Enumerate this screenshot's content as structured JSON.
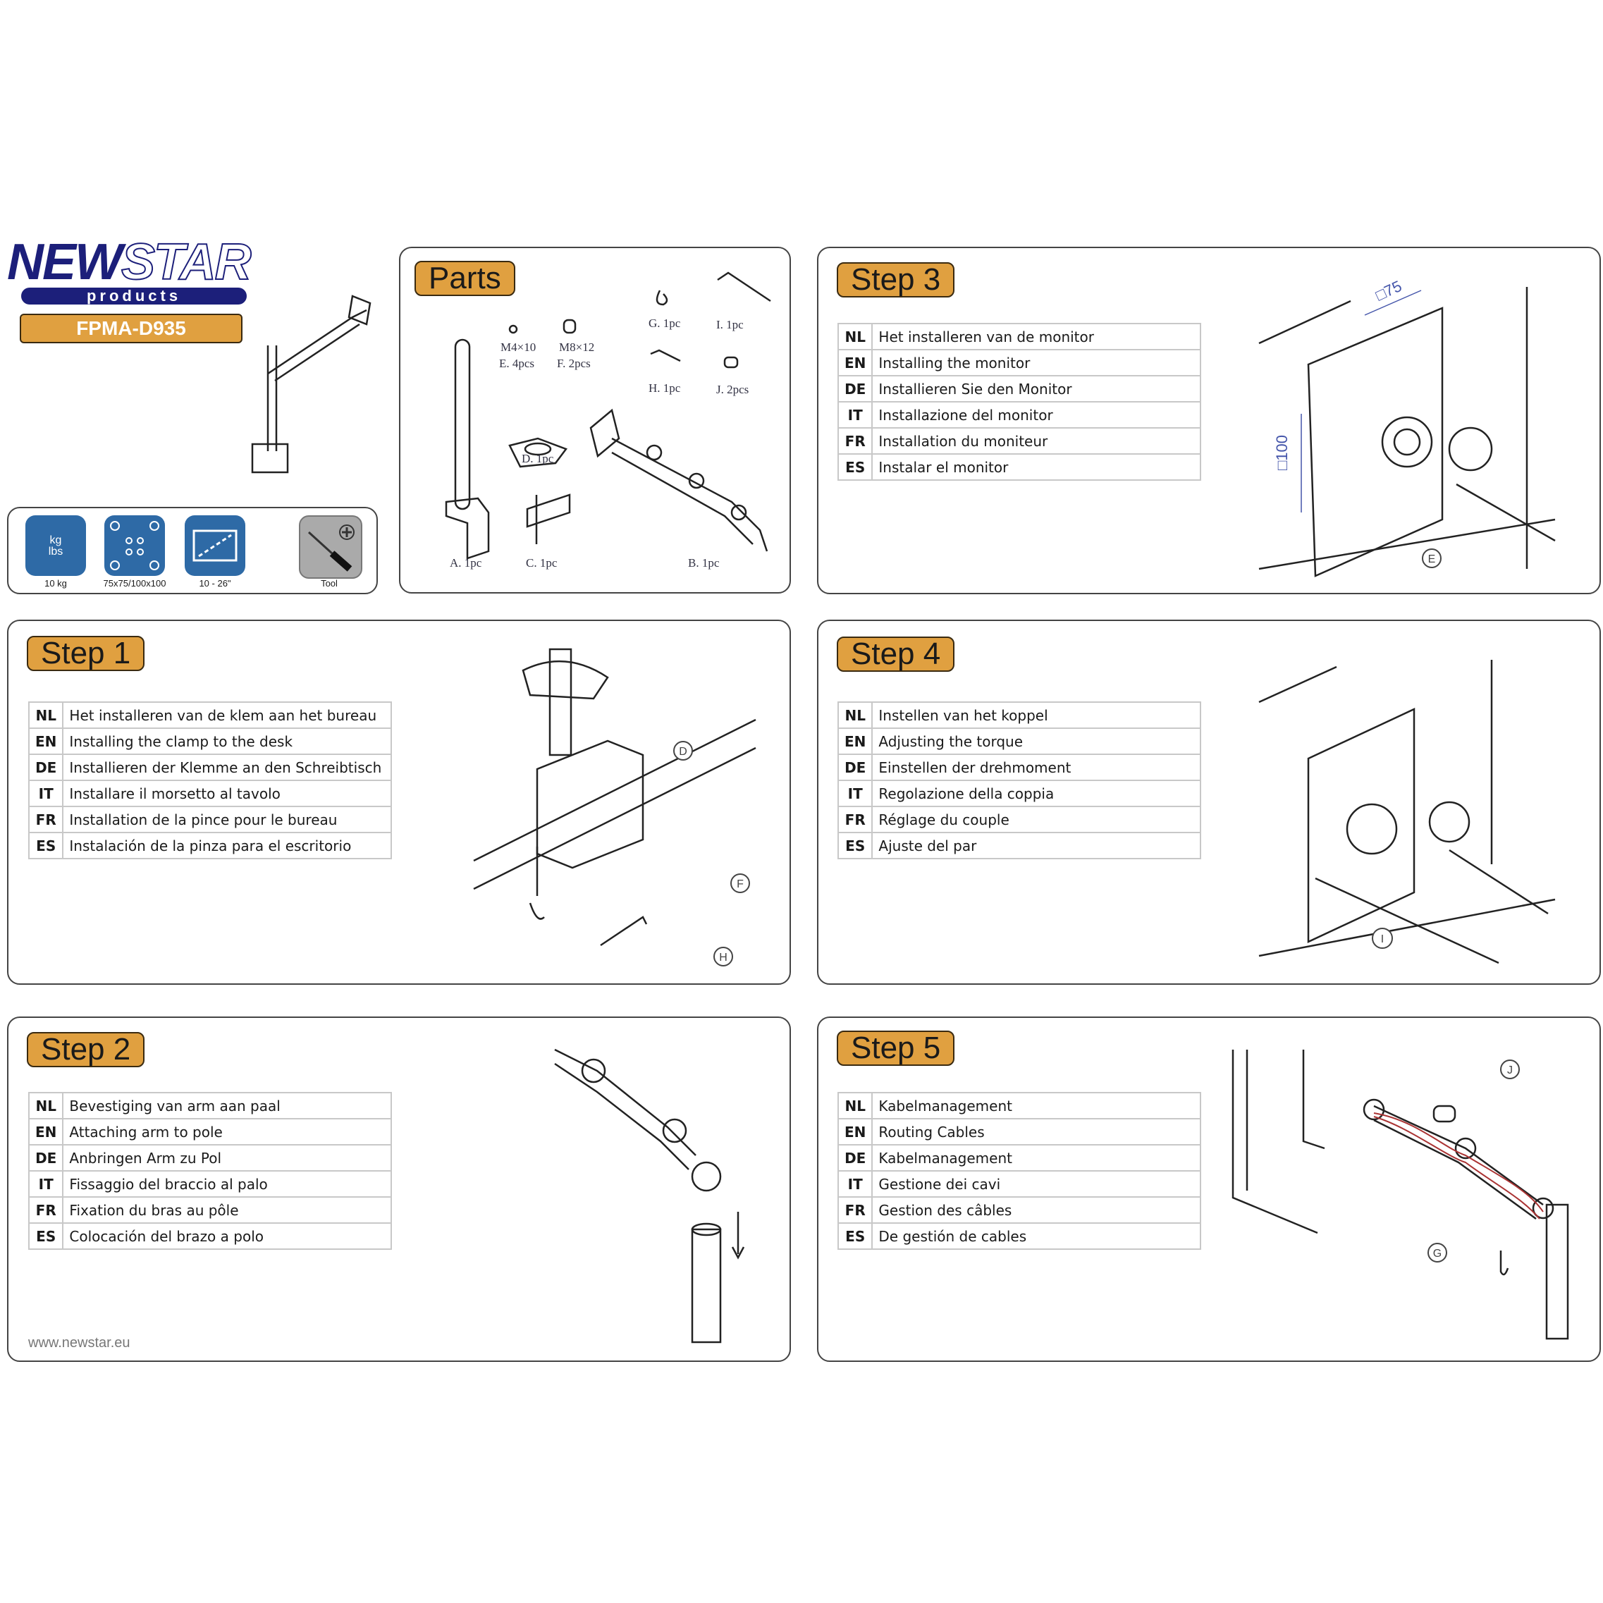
{
  "brand": {
    "name_part1": "NEW",
    "name_part2": "STAR",
    "sub": "products",
    "model": "FPMA-D935"
  },
  "specs": [
    {
      "icon": "weight-icon",
      "label": "10 kg",
      "icon_text": "kg lbs"
    },
    {
      "icon": "vesa-icon",
      "label": "75x75/100x100"
    },
    {
      "icon": "screen-size-icon",
      "label": "10 - 26\""
    },
    {
      "icon": "screwdriver-icon",
      "label": "Tool"
    }
  ],
  "parts": {
    "title": "Parts",
    "items": [
      "A. 1pc",
      "B. 1pc",
      "C. 1pc",
      "D. 1pc",
      "M4×10",
      "E. 4pcs",
      "M8×12",
      "F. 2pcs",
      "G. 1pc",
      "H. 1pc",
      "I. 1pc",
      "J. 2pcs"
    ]
  },
  "steps": [
    {
      "title": "Step 1",
      "rows": [
        [
          "NL",
          "Het installeren van de klem aan het bureau"
        ],
        [
          "EN",
          "Installing the clamp to the desk"
        ],
        [
          "DE",
          "Installieren der Klemme an den Schreibtisch"
        ],
        [
          "IT",
          "Installare il morsetto al tavolo"
        ],
        [
          "FR",
          "Installation de la pince pour le bureau"
        ],
        [
          "ES",
          "Instalación de la pinza para el escritorio"
        ]
      ],
      "callouts": [
        "D",
        "F",
        "H"
      ]
    },
    {
      "title": "Step 2",
      "rows": [
        [
          "NL",
          "Bevestiging van arm aan paal"
        ],
        [
          "EN",
          "Attaching arm to pole"
        ],
        [
          "DE",
          "Anbringen Arm zu Pol"
        ],
        [
          "IT",
          "Fissaggio del braccio al palo"
        ],
        [
          "FR",
          "Fixation du bras au pôle"
        ],
        [
          "ES",
          "Colocación del brazo a polo"
        ]
      ]
    },
    {
      "title": "Step 3",
      "rows": [
        [
          "NL",
          "Het installeren van de monitor"
        ],
        [
          "EN",
          "Installing the monitor"
        ],
        [
          "DE",
          "Installieren Sie den Monitor"
        ],
        [
          "IT",
          "Installazione del monitor"
        ],
        [
          "FR",
          "Installation du moniteur"
        ],
        [
          "ES",
          "Instalar el monitor"
        ]
      ],
      "callouts": [
        "E"
      ],
      "dims": [
        "□75",
        "□100"
      ]
    },
    {
      "title": "Step 4",
      "rows": [
        [
          "NL",
          "Instellen van het koppel"
        ],
        [
          "EN",
          "Adjusting the torque"
        ],
        [
          "DE",
          "Einstellen der drehmoment"
        ],
        [
          "IT",
          "Regolazione della coppia"
        ],
        [
          "FR",
          "Réglage du couple"
        ],
        [
          "ES",
          "Ajuste del par"
        ]
      ],
      "callouts": [
        "I"
      ]
    },
    {
      "title": "Step 5",
      "rows": [
        [
          "NL",
          "Kabelmanagement"
        ],
        [
          "EN",
          "Routing Cables"
        ],
        [
          "DE",
          "Kabelmanagement"
        ],
        [
          "IT",
          "Gestione dei cavi"
        ],
        [
          "FR",
          "Gestion des câbles"
        ],
        [
          "ES",
          "De gestión de cables"
        ]
      ],
      "callouts": [
        "J",
        "G"
      ]
    }
  ],
  "footer": {
    "url": "www.newstar.eu"
  },
  "colors": {
    "accent": "#e0a040",
    "brand": "#1c1f7a",
    "icon_bg": "#2e6aa6"
  }
}
